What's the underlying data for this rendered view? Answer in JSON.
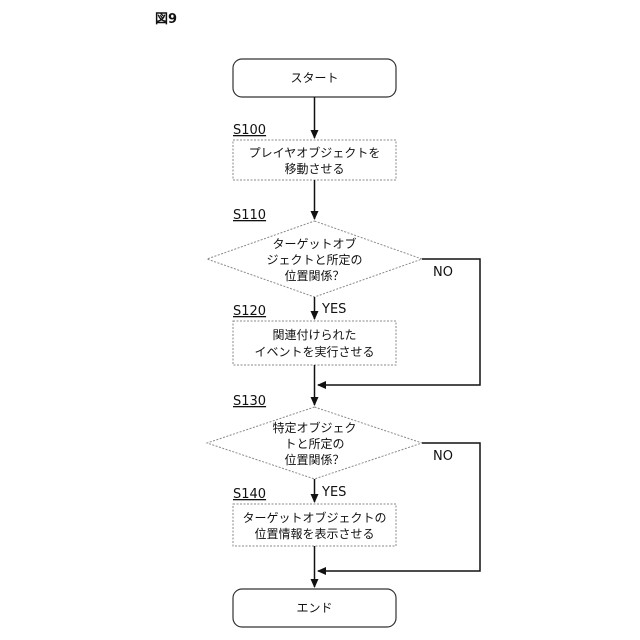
{
  "figure_label": "図9",
  "terminals": {
    "start": "スタート",
    "end": "エンド"
  },
  "steps": {
    "s100": {
      "id": "S100",
      "line1": "プレイヤオブジェクトを",
      "line2": "移動させる"
    },
    "s110": {
      "id": "S110",
      "line1": "ターゲットオブ",
      "line2": "ジェクトと所定の",
      "line3": "位置関係？"
    },
    "s120": {
      "id": "S120",
      "line1": "関連付けられた",
      "line2": "イベントを実行させる"
    },
    "s130": {
      "id": "S130",
      "line1": "特定オブジェク",
      "line2": "トと所定の",
      "line3": "位置関係？"
    },
    "s140": {
      "id": "S140",
      "line1": "ターゲットオブジェクトの",
      "line2": "位置情報を表示させる"
    }
  },
  "branches": {
    "s110_yes": "YES",
    "s110_no": "NO",
    "s130_yes": "YES",
    "s130_no": "NO"
  },
  "colors": {
    "line": "#111111",
    "box_border": "#8a8a8a",
    "terminal_border": "#333333"
  }
}
